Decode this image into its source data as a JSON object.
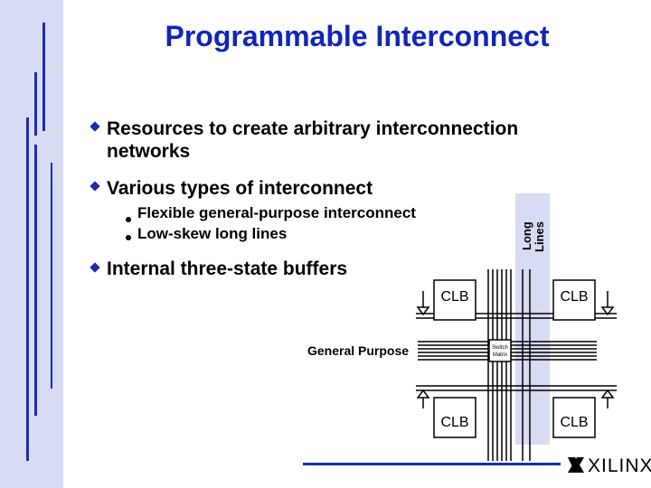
{
  "title": "Programmable Interconnect",
  "bullets": [
    {
      "line1": "Resources to create arbitrary interconnection",
      "line2": "networks"
    },
    {
      "line1": "Various types of interconnect"
    },
    {
      "line1": "Internal three-state buffers"
    }
  ],
  "sub_bullets": [
    "Flexible general-purpose interconnect",
    "Low-skew long lines"
  ],
  "diagram": {
    "long_lines_label": [
      "Long",
      "Lines"
    ],
    "clb_label": "CLB",
    "general_purpose_label": "General Purpose",
    "switch_matrix_label": [
      "Switch",
      "Matrix"
    ]
  },
  "logo": "XILINX",
  "colors": {
    "accent": "#1d2bb0",
    "title": "#1226b8",
    "sidebar": "#d7dbf3",
    "long_lines_band": "#d7dbf3"
  }
}
